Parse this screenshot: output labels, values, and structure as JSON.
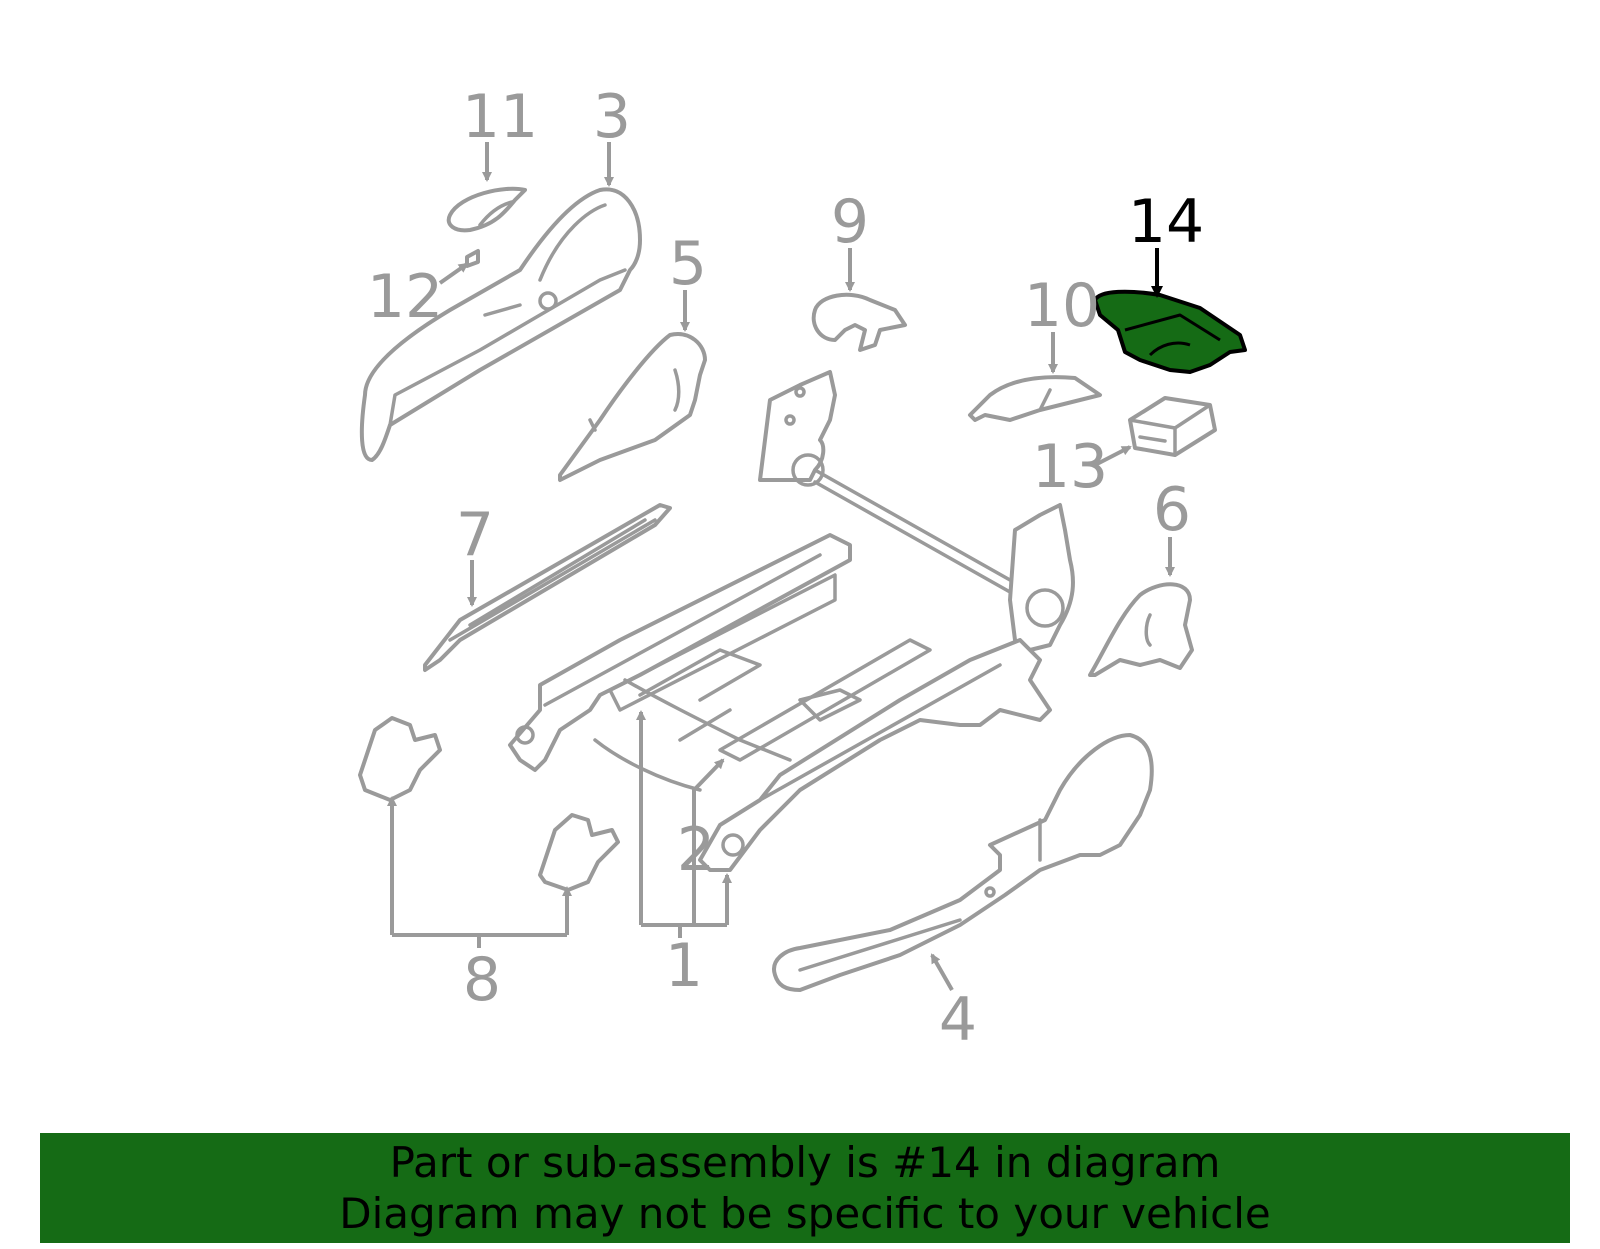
{
  "diagram": {
    "highlight_color": "#156b15",
    "part_color": "#9a9a9a",
    "highlighted_callout": "14",
    "callouts": [
      "1",
      "2",
      "3",
      "4",
      "5",
      "6",
      "7",
      "8",
      "9",
      "10",
      "11",
      "12",
      "13",
      "14"
    ]
  },
  "banner": {
    "line1": "Part or sub-assembly is #14 in diagram",
    "line2": "Diagram may not be specific to your vehicle"
  }
}
